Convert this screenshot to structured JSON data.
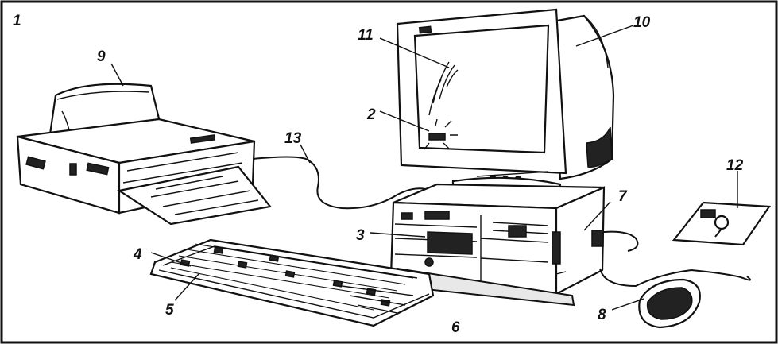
{
  "figure_number": "1",
  "callouts": [
    {
      "id": "c1",
      "text": "2"
    },
    {
      "id": "c2",
      "text": "3"
    },
    {
      "id": "c3",
      "text": "4"
    },
    {
      "id": "c4",
      "text": "5"
    },
    {
      "id": "c5",
      "text": "6"
    },
    {
      "id": "c6",
      "text": "7"
    },
    {
      "id": "c7",
      "text": "8"
    },
    {
      "id": "c8",
      "text": "9"
    },
    {
      "id": "c9",
      "text": "10"
    },
    {
      "id": "c10",
      "text": "11"
    },
    {
      "id": "c11",
      "text": "12"
    },
    {
      "id": "c12",
      "text": "13"
    }
  ],
  "colors": {
    "ink": "#111111",
    "paper": "#ffffff"
  }
}
